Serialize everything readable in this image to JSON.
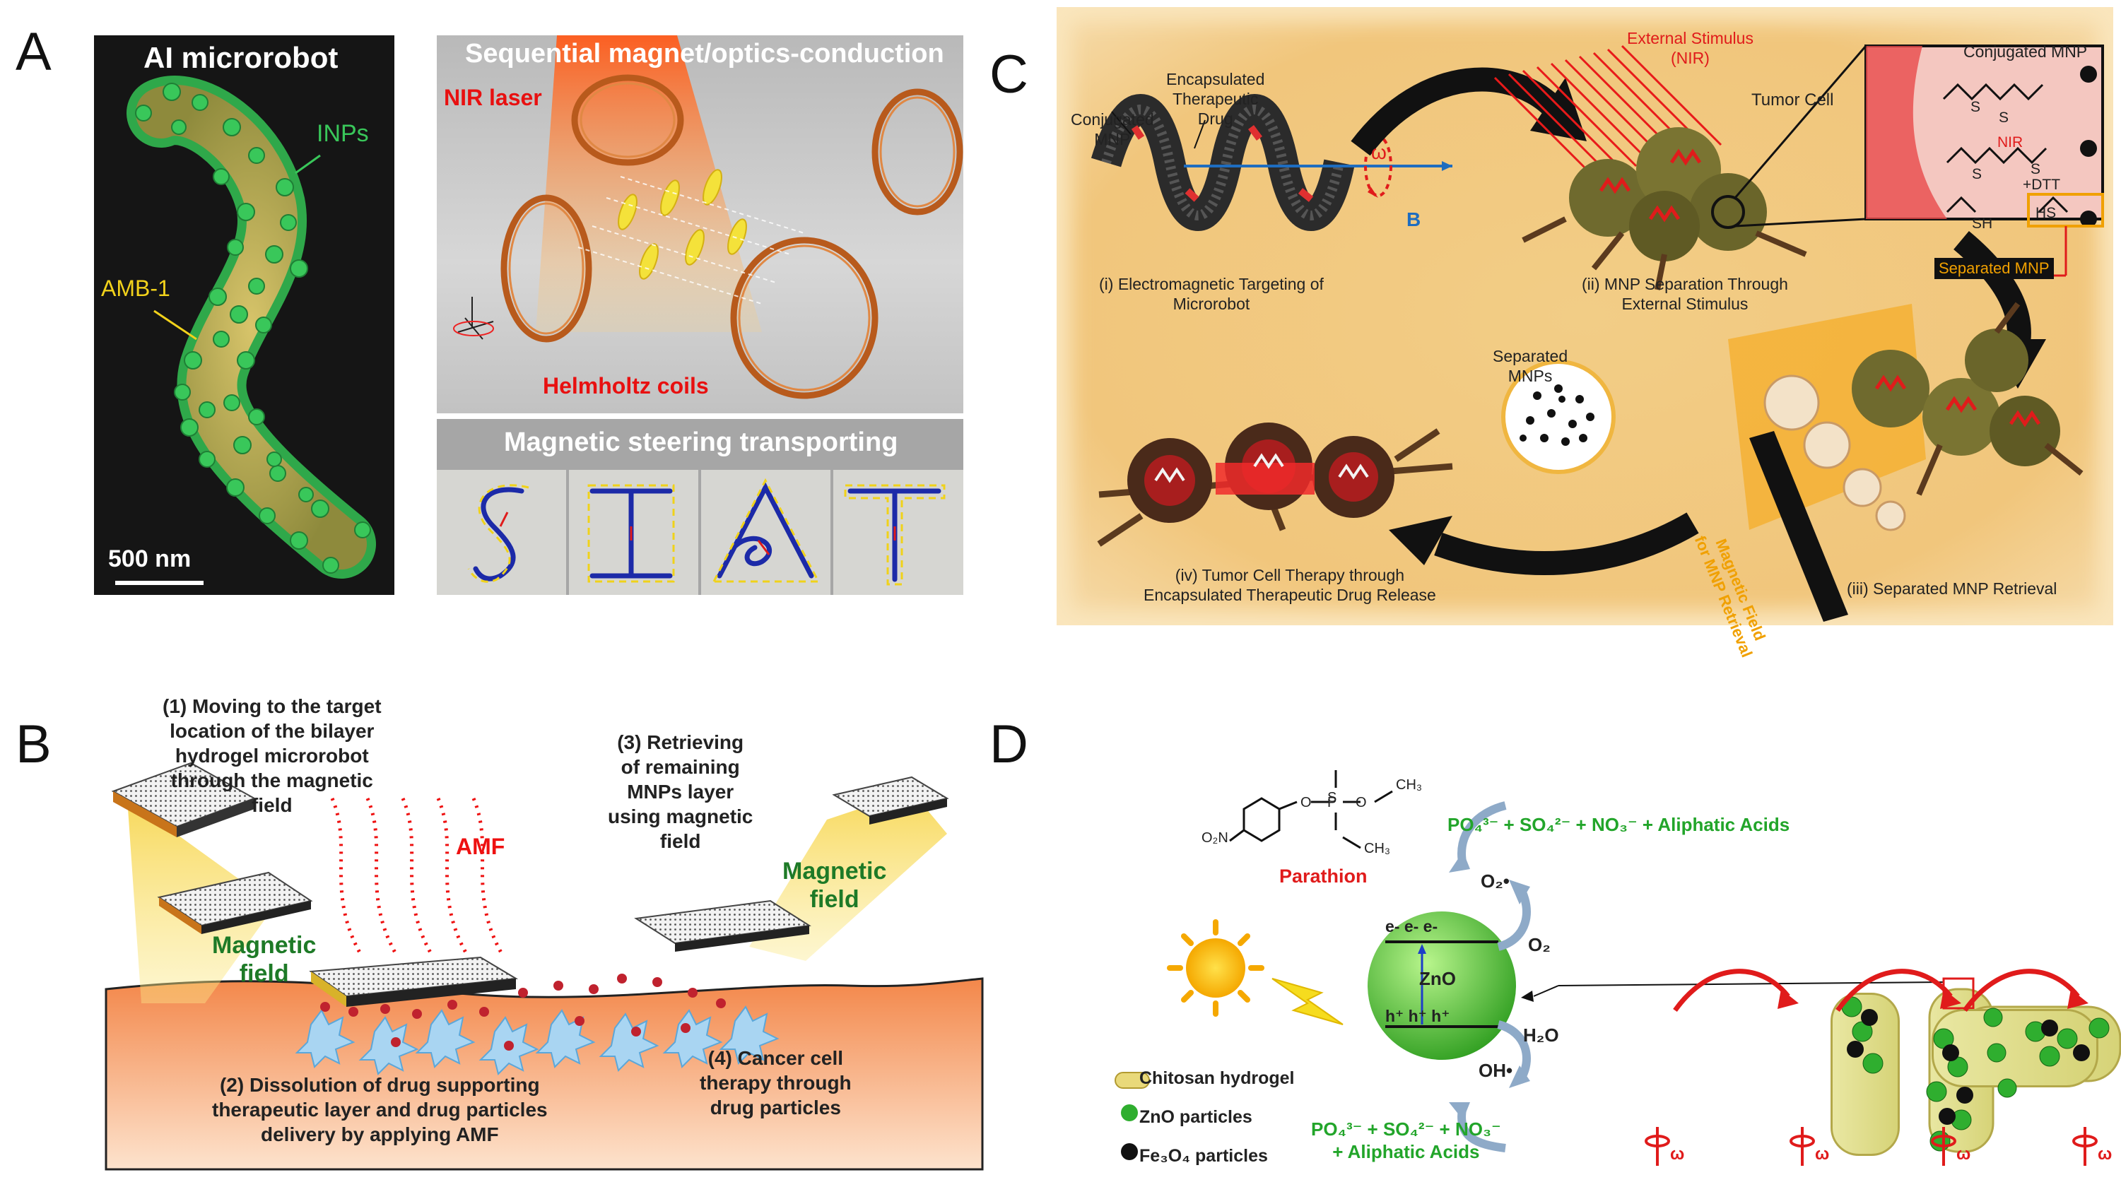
{
  "panels": {
    "a": {
      "letter": "A",
      "left": {
        "title": "AI microrobot",
        "inps": "INPs",
        "amb": "AMB-1",
        "scale": "500 nm"
      },
      "top_right": {
        "title": "Sequential magnet/optics-conduction",
        "nir": "NIR laser",
        "coils": "Helmholtz coils"
      },
      "bottom_right": {
        "title": "Magnetic steering transporting",
        "letters": [
          "S",
          "I",
          "A",
          "T"
        ]
      }
    },
    "b": {
      "letter": "B",
      "step1": [
        "(1) Moving to the target",
        "location of the bilayer",
        "hydrogel microrobot",
        "through the magnetic",
        "field"
      ],
      "amf": "AMF",
      "field_left": [
        "Magnetic",
        "field"
      ],
      "step3": [
        "(3) Retrieving",
        "of remaining",
        "MNPs layer",
        "using magnetic",
        "field"
      ],
      "field_right": [
        "Magnetic",
        "field"
      ],
      "step2": [
        "(2) Dissolution of drug supporting",
        "therapeutic layer and drug particles",
        "delivery by applying AMF"
      ],
      "step4": [
        "(4) Cancer cell",
        "therapy through",
        "drug particles"
      ]
    },
    "c": {
      "letter": "C",
      "conj_mnp_left": [
        "Conjugated",
        "MNP"
      ],
      "encap_drug": [
        "Encapsulated",
        "Therapeutic",
        "Drug"
      ],
      "omega": "ω",
      "b_field": "B",
      "step_i": [
        "(i) Electromagnetic Targeting of",
        "Microrobot"
      ],
      "ext_stim": [
        "External Stimulus",
        "(NIR)"
      ],
      "tumor_cell": "Tumor Cell",
      "step_ii": [
        "(ii) MNP Separation Through",
        "External Stimulus"
      ],
      "inset": {
        "conj_mnp": "Conjugated MNP",
        "nir": "NIR",
        "dtt": "+DTT",
        "sh": "SH",
        "hs": "HS",
        "s_labels": [
          "S",
          "S",
          "S",
          "S"
        ],
        "separated_mnp": "Separated MNP"
      },
      "separated_mnps": [
        "Separated",
        "MNPs"
      ],
      "mag_field_retrieval": [
        "Magnetic Field",
        "for MNP Retrieval"
      ],
      "step_iii": "(iii) Separated MNP Retrieval",
      "step_iv": [
        "(iv) Tumor Cell Therapy through",
        "Encapsulated Therapeutic Drug Release"
      ]
    },
    "d": {
      "letter": "D",
      "parathion": "Parathion",
      "chem": {
        "s": "S",
        "p": "P",
        "o": "O",
        "o2": "O",
        "ch3": "CH₃",
        "ch3b": "CH₃",
        "o2n": "O₂N"
      },
      "products_top": "PO₄³⁻ + SO₄²⁻ + NO₃⁻ + Aliphatic Acids",
      "o2_rad": "O₂•",
      "o2": "O₂",
      "electrons": "e-   e-   e-",
      "holes": "h⁺  h⁺  h⁺",
      "zno": "ZnO",
      "h2o": "H₂O",
      "oh": "OH•",
      "products_bottom": [
        "PO₄³⁻ + SO₄²⁻ + NO₃⁻",
        "+ Aliphatic Acids"
      ],
      "legend": [
        "Chitosan hydrogel",
        "ZnO particles",
        "Fe₃O₄ particles"
      ],
      "omega": "ω"
    }
  }
}
